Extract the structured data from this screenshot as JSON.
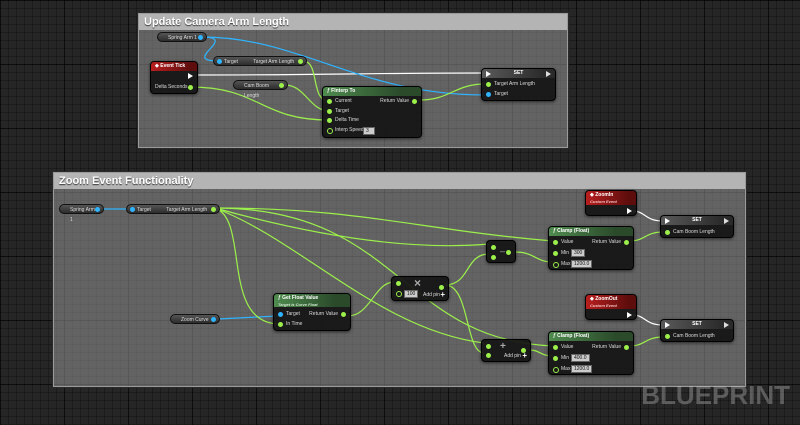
{
  "comments": {
    "top_title": "Update Camera Arm Length",
    "bottom_title": "Zoom Event Functionality"
  },
  "top": {
    "spring_arm": "Spring Arm 1",
    "event_tick": "Event Tick",
    "delta_seconds": "Delta Seconds",
    "target_arm_node": {
      "target": "Target",
      "value": "Target Arm Length"
    },
    "cam_boom": "Cam Boom Length",
    "finterp": {
      "title": "FInterp To",
      "current": "Current",
      "target": "Target",
      "delta_time": "Delta Time",
      "interp_speed": "Interp Speed",
      "interp_speed_value": "3",
      "return_value": "Return Value"
    },
    "set_node": {
      "title": "SET",
      "target_arm_length": "Target Arm Length",
      "target": "Target"
    }
  },
  "bottom": {
    "spring_arm": "Spring Arm 1",
    "target_arm_node": {
      "target": "Target",
      "value": "Target Arm Length"
    },
    "zoom_curve": "Zoom Curve",
    "get_float": {
      "title": "Get Float Value",
      "subtitle": "Target is Curve Float",
      "target": "Target",
      "in_time": "In Time",
      "return_value": "Return Value"
    },
    "multiply": {
      "value": "100",
      "add_pin": "Add pin",
      "plus": "+"
    },
    "add": {
      "add_pin": "Add pin",
      "plus": "+"
    },
    "subtract_symbol": "–",
    "zoom_in": {
      "title": "ZoomIn",
      "subtitle": "Custom Event"
    },
    "zoom_out": {
      "title": "ZoomOut",
      "subtitle": "Custom Event"
    },
    "clamp1": {
      "title": "Clamp (Float)",
      "value": "Value",
      "min": "Min",
      "min_value": "300",
      "max": "Max",
      "max_value": "1200.0",
      "return_value": "Return Value"
    },
    "clamp2": {
      "title": "Clamp (Float)",
      "value": "Value",
      "min": "Min",
      "min_value": "400.0",
      "max": "Max",
      "max_value": "1200.0",
      "return_value": "Return Value"
    },
    "set1": {
      "title": "SET",
      "field": "Cam Boom Length"
    },
    "set2": {
      "title": "SET",
      "field": "Cam Boom Length"
    }
  },
  "watermark": "BLUEPRINT",
  "colors": {
    "exec": "#ffffff",
    "object": "#2fb4ff",
    "float": "#9cf04b",
    "event_header": "#b91e1e",
    "func_header": "#4f8b4f"
  }
}
